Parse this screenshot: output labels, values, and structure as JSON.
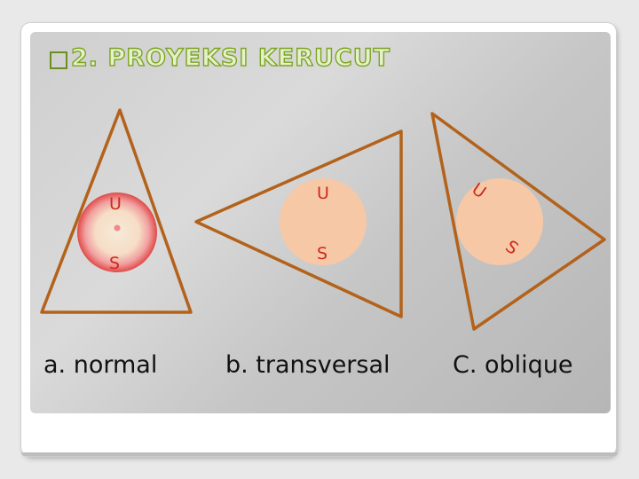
{
  "title": "2. PROYEKSI KERUCUT",
  "title_bullet_icon": "square-bullet-icon",
  "colors": {
    "triangle_stroke": "#b3621b",
    "circle_fill": "#f7c8a6",
    "label_red": "#cc2a1c",
    "title_fill": "#e4f2c8",
    "title_outline": "#7da326"
  },
  "panels": [
    {
      "caption": "a. normal",
      "label_u": "U",
      "label_s": "S"
    },
    {
      "caption": "b. transversal",
      "label_u": "U",
      "label_s": "S"
    },
    {
      "caption": "C. oblique",
      "label_u": "U",
      "label_s": "S"
    }
  ]
}
